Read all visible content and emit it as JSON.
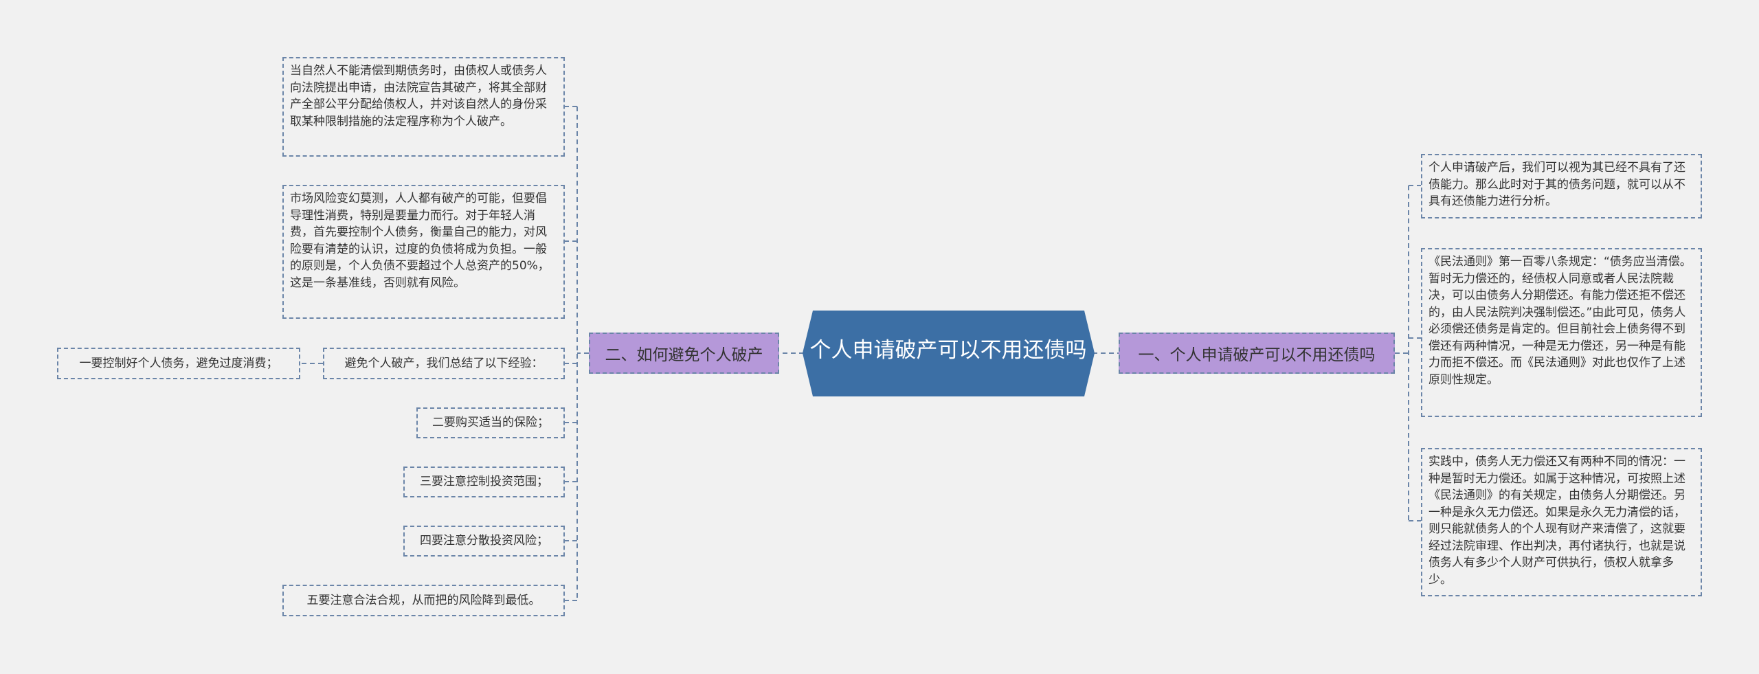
{
  "root": {
    "title": "个人申请破产可以不用还债吗",
    "fill": "#3c6fa5"
  },
  "branches": [
    {
      "label": "二、如何避免个人破产",
      "items": [
        "当自然人不能清偿到期债务时，由债权人或债务人向法院提出申请，由法院宣告其破产，将其全部财产全部公平分配给债权人，并对该自然人的身份采取某种限制措施的法定程序称为个人破产。",
        "市场风险变幻莫测，人人都有破产的可能，但要倡导理性消费，特别是要量力而行。对于年轻人消费，首先要控制个人债务，衡量自己的能力，对风险要有清楚的认识，过度的负债将成为负担。一般的原则是，个人负债不要超过个人总资产的50%，这是一条基准线，否则就有风险。",
        "避免个人破产，我们总结了以下经验：",
        "二要购买适当的保险；",
        "三要注意控制投资范围；",
        "四要注意分散投资风险；",
        "五要注意合法合规，从而把的风险降到最低。"
      ],
      "sub_item": "一要控制好个人债务，避免过度消费；"
    },
    {
      "label": "一、个人申请破产可以不用还债吗",
      "items": [
        "个人申请破产后，我们可以视为其已经不具有了还债能力。那么此时对于其的债务问题，就可以从不具有还债能力进行分析。",
        "《民法通则》第一百零八条规定：“债务应当清偿。暂时无力偿还的，经债权人同意或者人民法院裁决，可以由债务人分期偿还。有能力偿还拒不偿还的，由人民法院判决强制偿还。”由此可见，债务人必须偿还债务是肯定的。但目前社会上债务得不到偿还有两种情况，一种是无力偿还，另一种是有能力而拒不偿还。而《民法通则》对此也仅作了上述原则性规定。",
        "实践中，债务人无力偿还又有两种不同的情况：一种是暂时无力偿还。如属于这种情况，可按照上述《民法通则》的有关规定，由债务人分期偿还。另一种是永久无力偿还。如果是永久无力清偿的话，则只能就债务人的个人现有财产来清偿了，这就要经过法院审理、作出判决，再付诸执行，也就是说债务人有多少个人财产可供执行，债权人就拿多少。"
      ]
    }
  ],
  "colors": {
    "background": "#f1f1f1",
    "root": "#3c6fa5",
    "branch": "#b598d9",
    "connector": "#6b85a8"
  }
}
